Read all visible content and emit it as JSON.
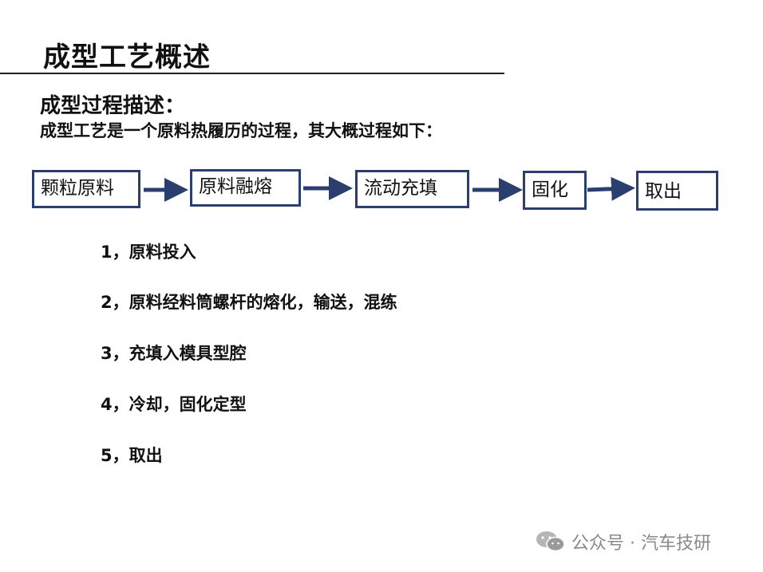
{
  "page": {
    "title": "成型工艺概述",
    "subtitle": "成型过程描述：",
    "description": "成型工艺是一个原料热履历的过程，其大概过程如下："
  },
  "flow": {
    "nodes": [
      "颗粒原料",
      "原料融熔",
      "流动充填",
      "固化",
      "取出"
    ],
    "border_color": "#2b3f6e",
    "arrow_color": "#2b3f6e"
  },
  "steps": [
    "1，原料投入",
    "2，原料经料筒螺杆的熔化，输送，混练",
    "3，充填入模具型腔",
    "4，冷却，固化定型",
    "5，取出"
  ],
  "watermark": {
    "text": "公众号 · 汽车技研",
    "icon": "wechat-icon"
  }
}
